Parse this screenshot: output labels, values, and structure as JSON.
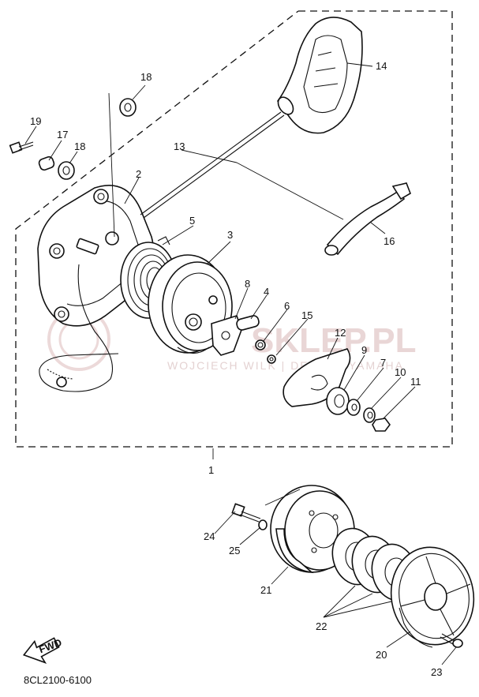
{
  "watermark": {
    "brand": "SKLEP.PL",
    "tagline": "WOJCIECH WILK | DEALER YAMAHA",
    "color": "#e4cfcf"
  },
  "callouts": {
    "c1": "1",
    "c2": "2",
    "c3": "3",
    "c4": "4",
    "c5": "5",
    "c6": "6",
    "c7": "7",
    "c8": "8",
    "c9": "9",
    "c10": "10",
    "c11": "11",
    "c12": "12",
    "c13": "13",
    "c14": "14",
    "c15": "15",
    "c16": "16",
    "c17": "17",
    "c18a": "18",
    "c18b": "18",
    "c19": "19",
    "c20": "20",
    "c21": "21",
    "c22": "22",
    "c23": "23",
    "c24": "24",
    "c25": "25"
  },
  "fwd_label": "FWD",
  "diagram_code": "8CL2100-6100",
  "icons": {
    "forward": "fwd-arrow-icon"
  }
}
